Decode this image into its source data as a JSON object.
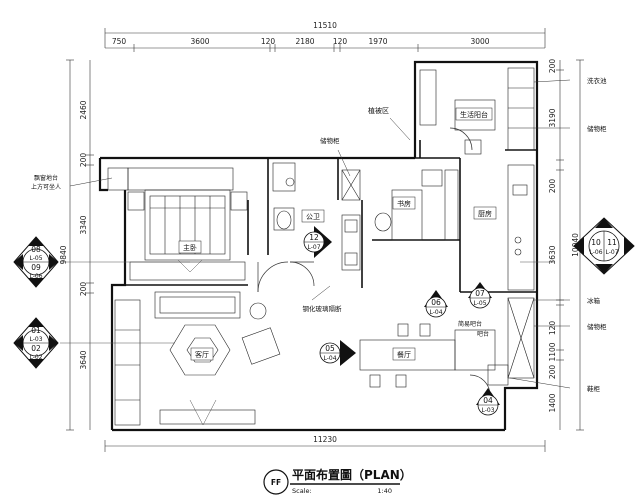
{
  "top_dims": {
    "overall": "11510",
    "segments": [
      "750",
      "3600",
      "120",
      "2180",
      "120",
      "1970",
      "3000"
    ]
  },
  "bottom_dims": {
    "overall": "11230"
  },
  "left_dims": {
    "overall": "9840",
    "segments": [
      "2460",
      "200",
      "3340",
      "200",
      "3640"
    ]
  },
  "right_dims": {
    "overall": "10040",
    "segments": [
      "200",
      "3190",
      "200",
      "3630",
      "120",
      "1100",
      "200",
      "1400"
    ]
  },
  "rooms": {
    "master_bedroom": "主卧",
    "public_bath": "公卫",
    "study": "书房",
    "kitchen": "厨房",
    "utility_balcony": "生活阳台",
    "living_room": "客厅",
    "dining_room": "餐厅",
    "plant_area": "植被区",
    "bar_line1": "简易吧台",
    "bar_line2": "吧台"
  },
  "callouts": {
    "storage_cabinet_top": "储物柜",
    "glass_partition": "钢化玻璃隔断",
    "bed_cabinet_line1": "飘窗地台",
    "bed_cabinet_line2": "上方可坐人",
    "laundry_sink": "洗衣池",
    "storage_cabinet_r1": "储物柜",
    "fridge": "冰箱",
    "storage_cabinet_r2": "储物柜",
    "shoe_cabinet": "鞋柜"
  },
  "elevation_marks": [
    {
      "num": "08",
      "ref": "L-05"
    },
    {
      "num": "09",
      "ref": "L-06"
    },
    {
      "num": "01",
      "ref": "L-03"
    },
    {
      "num": "02",
      "ref": "L-02"
    },
    {
      "num": "10",
      "ref": "L-06"
    },
    {
      "num": "11",
      "ref": "L-07"
    },
    {
      "num": "12",
      "ref": "L-07"
    },
    {
      "num": "06",
      "ref": "L-04"
    },
    {
      "num": "07",
      "ref": "L-05"
    },
    {
      "num": "05",
      "ref": "L-04"
    },
    {
      "num": "04",
      "ref": "L-03"
    }
  ],
  "title_block": {
    "badge": "FF",
    "title": "平面布置圖（PLAN）",
    "scale_label": "Scale:",
    "scale_value": "1:40"
  }
}
